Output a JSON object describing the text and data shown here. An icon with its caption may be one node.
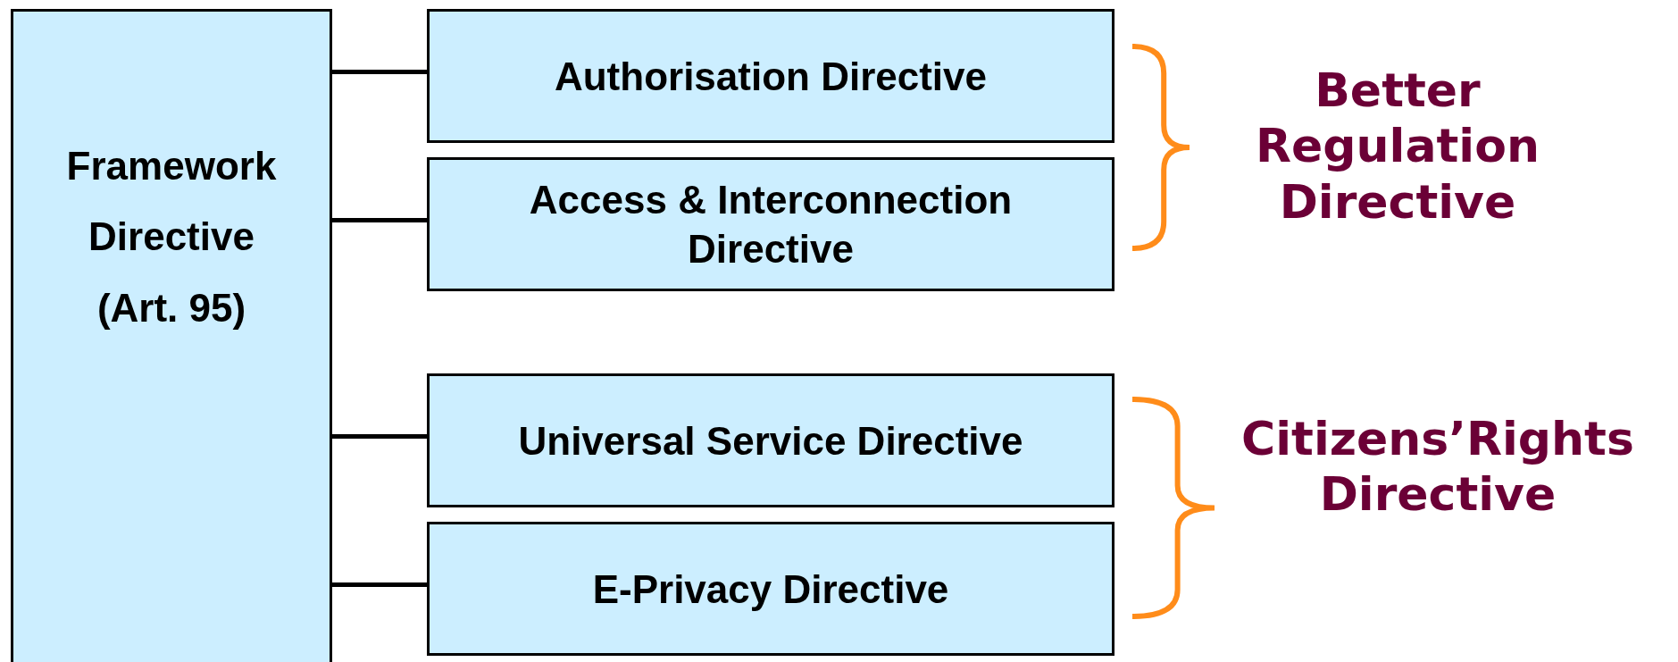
{
  "diagram": {
    "nodes": [
      {
        "text": [
          "Framework Directive (Art. 95)"
        ]
      },
      {
        "text": [
          "Authorisation Directive"
        ]
      },
      {
        "text": [
          "Access & Interconnection Directive"
        ]
      },
      {
        "text": [
          "Universal Service Directive"
        ]
      },
      {
        "text": [
          "E-Privacy Directive"
        ]
      }
    ],
    "edges": [
      {
        "from": 0,
        "to": 1,
        "arrow": "none"
      },
      {
        "from": 0,
        "to": 2,
        "arrow": "none"
      },
      {
        "from": 0,
        "to": 3,
        "arrow": "none"
      },
      {
        "from": 0,
        "to": 4,
        "arrow": "none"
      }
    ],
    "labels": [
      "Better Regulation Directive",
      "Citizens’Rights Directive"
    ]
  }
}
